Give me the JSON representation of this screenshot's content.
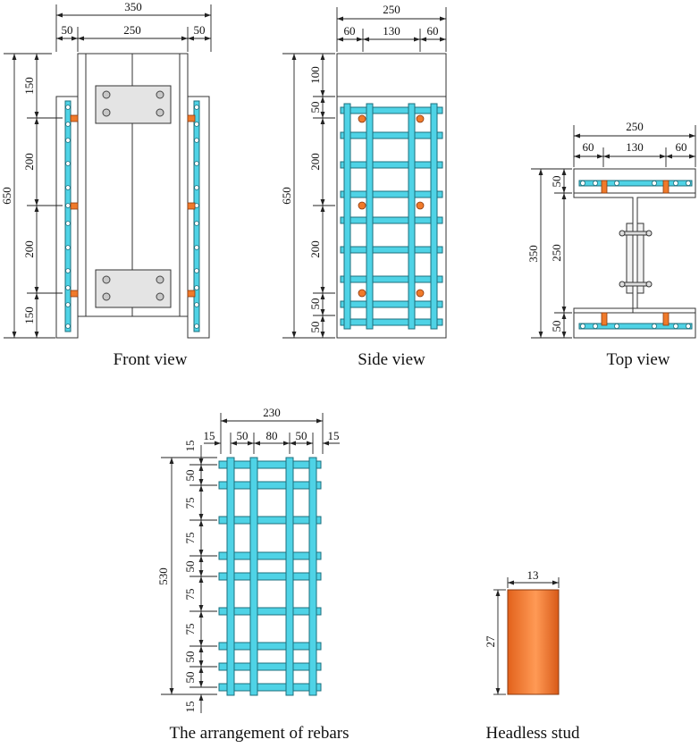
{
  "captions": {
    "front": "Front view",
    "side": "Side view",
    "top": "Top view",
    "rebars": "The arrangement of rebars",
    "stud": "Headless stud"
  },
  "front_dims": {
    "total_width": "350",
    "left_flange": "50",
    "web": "250",
    "right_flange": "50",
    "total_height": "650",
    "seg_1": "150",
    "seg_2": "200",
    "seg_3": "200",
    "seg_4": "150"
  },
  "side_dims": {
    "total_width": "250",
    "left": "60",
    "middle": "130",
    "right": "60",
    "total_height": "650",
    "seg_top": "100",
    "seg_1": "50",
    "seg_2": "200",
    "seg_3": "200",
    "seg_4": "50",
    "seg_5": "50"
  },
  "top_dims": {
    "total_width": "250",
    "left": "60",
    "middle": "130",
    "right": "60",
    "total_height": "350",
    "flange_top": "50",
    "web": "250",
    "flange_bottom": "50"
  },
  "rebar_dims": {
    "total_width": "230",
    "cover_left": "15",
    "spacing_1": "50",
    "spacing_2": "80",
    "spacing_3": "50",
    "cover_right": "15",
    "total_height": "530",
    "cover_top": "15",
    "v1": "50",
    "v2": "75",
    "v3": "75",
    "v4": "50",
    "v5": "75",
    "v6": "75",
    "v7": "50",
    "v8": "50",
    "cover_bottom": "15"
  },
  "stud_dims": {
    "diameter": "13",
    "height": "27"
  },
  "colors": {
    "rebar": "#4fd3e6",
    "rebar_edge": "#1d6f7c",
    "stud": "#f07a2a",
    "stud_edge": "#8a3a10",
    "plate": "#e4e4e4",
    "line": "#222222"
  }
}
